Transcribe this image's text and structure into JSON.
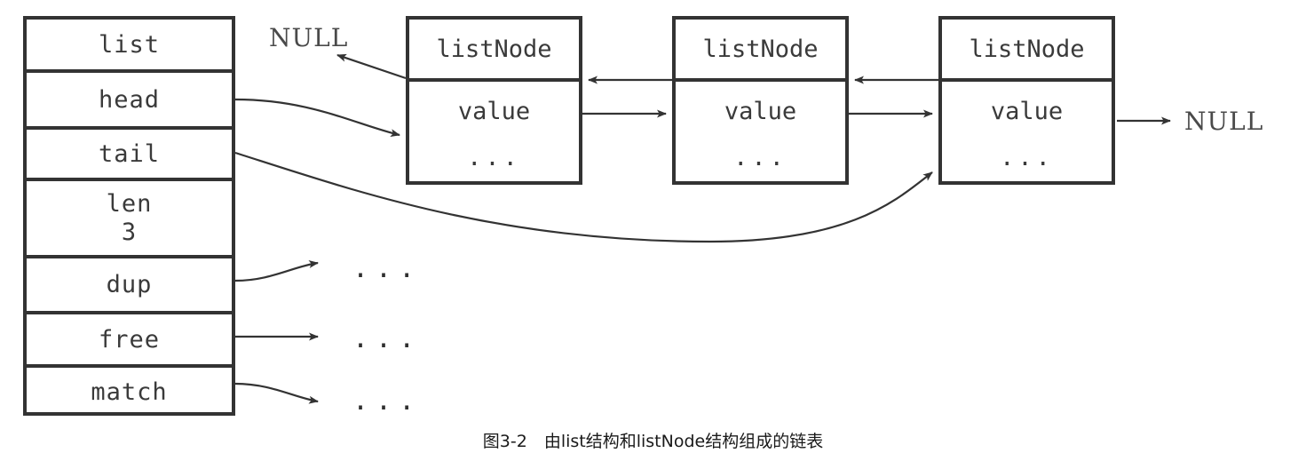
{
  "figure": {
    "caption": "图3-2　由list结构和listNode结构组成的链表",
    "colors": {
      "stroke": "#333333",
      "text": "#3a3a3a",
      "caption_text": "#1a1a1a",
      "background": "#ffffff"
    }
  },
  "list_struct": {
    "title": "list",
    "rows": [
      {
        "label": "list",
        "value": ""
      },
      {
        "label": "head",
        "value": ""
      },
      {
        "label": "tail",
        "value": ""
      },
      {
        "label": "len",
        "value": "3"
      },
      {
        "label": "dup",
        "value": ""
      },
      {
        "label": "free",
        "value": ""
      },
      {
        "label": "match",
        "value": ""
      }
    ]
  },
  "nodes": [
    {
      "header": "listNode",
      "value": "value",
      "dots": "..."
    },
    {
      "header": "listNode",
      "value": "value",
      "dots": "..."
    },
    {
      "header": "listNode",
      "value": "value",
      "dots": "..."
    }
  ],
  "labels": {
    "null_left": "NULL",
    "null_right": "NULL",
    "dots_dup": "...",
    "dots_free": "...",
    "dots_match": "..."
  },
  "chart_data": {
    "type": "diagram",
    "title": "图3-2　由list结构和listNode结构组成的链表",
    "description": "Doubly linked list formed by a list struct and three listNode structs",
    "list_fields": [
      "list",
      "head",
      "tail",
      "len",
      "dup",
      "free",
      "match"
    ],
    "len_value": 3,
    "node_count": 3,
    "node_fields": [
      "listNode",
      "value",
      "..."
    ],
    "edges": [
      {
        "from": "list.head",
        "to": "node1",
        "style": "curved",
        "arrow": "end"
      },
      {
        "from": "list.tail",
        "to": "node3",
        "style": "curved",
        "arrow": "end"
      },
      {
        "from": "list.dup",
        "to": "dots_dup",
        "style": "curved",
        "arrow": "end"
      },
      {
        "from": "list.free",
        "to": "dots_free",
        "style": "straight",
        "arrow": "end"
      },
      {
        "from": "list.match",
        "to": "dots_match",
        "style": "curved",
        "arrow": "end"
      },
      {
        "from": "node1.prev",
        "to": "NULL",
        "style": "straight",
        "arrow": "end"
      },
      {
        "from": "node1.next",
        "to": "node2",
        "style": "straight",
        "arrow": "end"
      },
      {
        "from": "node2.prev",
        "to": "node1",
        "style": "straight",
        "arrow": "end"
      },
      {
        "from": "node2.next",
        "to": "node3",
        "style": "straight",
        "arrow": "end"
      },
      {
        "from": "node3.prev",
        "to": "node2",
        "style": "straight",
        "arrow": "end"
      },
      {
        "from": "node3.next",
        "to": "NULL",
        "style": "straight",
        "arrow": "end"
      }
    ]
  }
}
